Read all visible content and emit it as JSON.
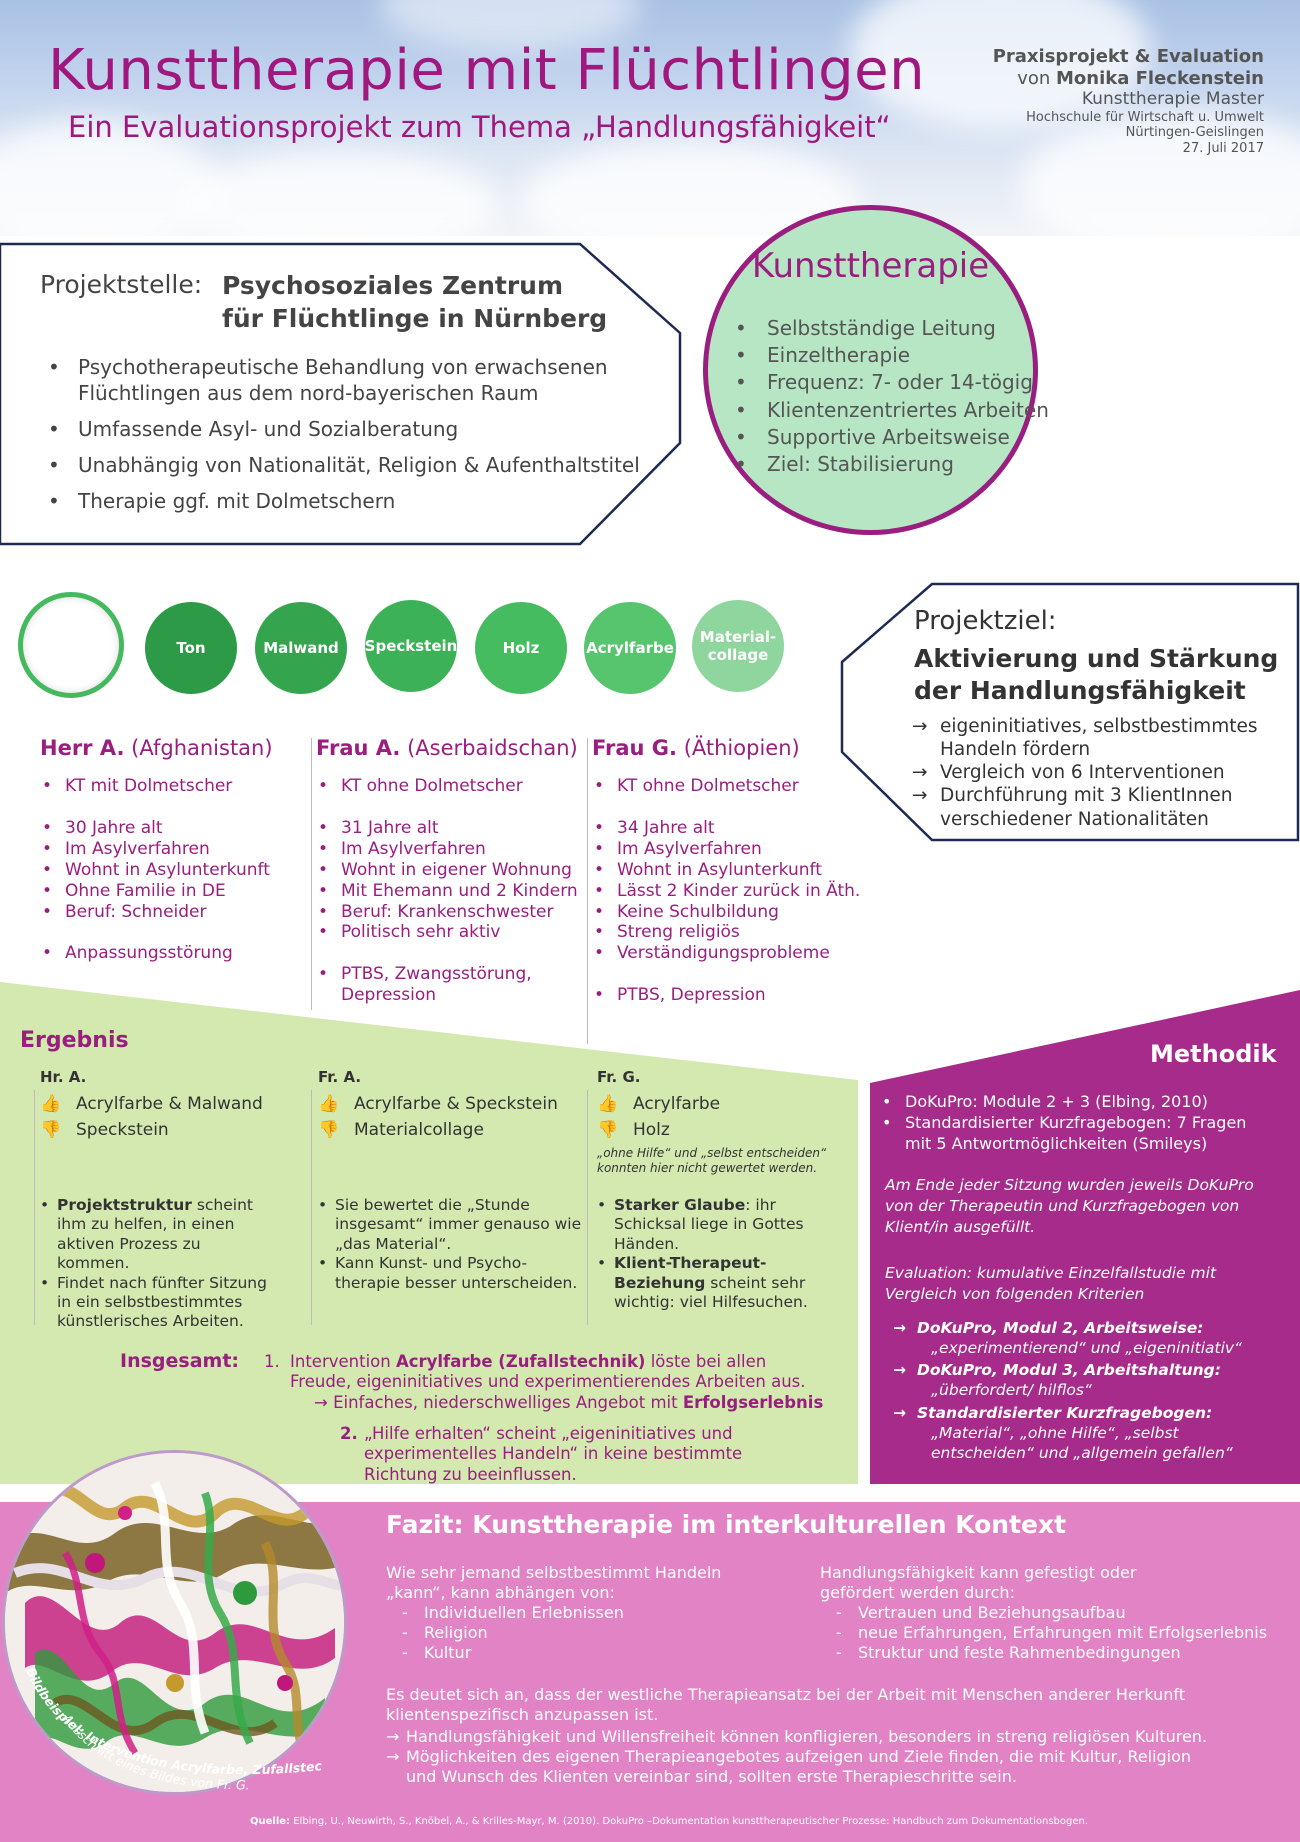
{
  "header": {
    "title": "Kunsttherapie mit Flüchtlingen",
    "subtitle": "Ein Evaluationsprojekt zum Thema „Handlungsfähigkeit“",
    "meta_line1": "Praxisprojekt & Evaluation",
    "meta_line2_prefix": "von ",
    "meta_line2_name": "Monika Fleckenstein",
    "meta_line3": "Kunsttherapie Master",
    "meta_line4": "Hochschule für Wirtschaft u. Umwelt",
    "meta_line5": "Nürtingen-Geislingen",
    "meta_line6": "27. Juli 2017"
  },
  "projektstelle": {
    "label": "Projektstelle:",
    "value_line1": "Psychosoziales Zentrum",
    "value_line2": "für Flüchtlinge in Nürnberg",
    "items": [
      "Psychotherapeutische Behandlung von erwachsenen Flüchtlingen aus dem nord-bayerischen Raum",
      "Umfassende Asyl- und Sozialberatung",
      "Unabhängig von Nationalität, Religion & Aufenthaltstitel",
      "Therapie ggf. mit Dolmetschern"
    ]
  },
  "kunsttherapie": {
    "title": "Kunsttherapie",
    "items": [
      "Selbstständige Leitung",
      "Einzeltherapie",
      "Frequenz: 7- oder 14-tögig",
      "Klientenzentriertes Arbeiten",
      "Supportive Arbeitsweise",
      "Ziel: Stabilisierung"
    ]
  },
  "interventions": [
    {
      "label": "Ton",
      "color": "#2d9a47"
    },
    {
      "label": "Malwand",
      "color": "#34a54e"
    },
    {
      "label": "Speckstein",
      "color": "#3cb157"
    },
    {
      "label": "Holz",
      "color": "#45bc5f"
    },
    {
      "label": "Acrylfarbe",
      "color": "#57c56e"
    },
    {
      "label": "Material-\ncollage",
      "color": "#8fd59e"
    }
  ],
  "projektziel": {
    "label": "Projektziel:",
    "value_line1": "Aktivierung und Stärkung",
    "value_line2": "der Handlungsfähigkeit",
    "items": [
      "eigeninitiatives, selbstbestimmtes Handeln fördern",
      "Vergleich von 6 Interventionen",
      "Durchführung mit 3 KlientInnen verschiedener Nationalitäten"
    ]
  },
  "patients": [
    {
      "name": "Herr A.",
      "origin": "(Afghanistan)",
      "groups": [
        [
          "KT mit Dolmetscher"
        ],
        [
          "30 Jahre alt",
          "Im Asylverfahren",
          "Wohnt in Asylunterkunft",
          "Ohne Familie in DE",
          "Beruf: Schneider"
        ],
        [
          "Anpassungsstörung"
        ]
      ]
    },
    {
      "name": "Frau A.",
      "origin": "(Aserbaidschan)",
      "groups": [
        [
          "KT ohne Dolmetscher"
        ],
        [
          "31 Jahre alt",
          "Im Asylverfahren",
          "Wohnt in eigener Wohnung",
          "Mit Ehemann und 2 Kindern",
          "Beruf: Krankenschwester",
          "Politisch sehr aktiv"
        ],
        [
          "PTBS, Zwangsstörung, Depression"
        ]
      ]
    },
    {
      "name": "Frau G.",
      "origin": "(Äthiopien)",
      "groups": [
        [
          "KT ohne Dolmetscher"
        ],
        [
          "34 Jahre alt",
          "Im Asylverfahren",
          "Wohnt in Asylunterkunft",
          "Lässt 2 Kinder zurück in Äth.",
          "Keine Schulbildung",
          "Streng religiös",
          "Verständigungsprobleme"
        ],
        [
          "PTBS, Depression"
        ]
      ]
    }
  ],
  "ergebnis": {
    "title": "Ergebnis",
    "cols": [
      {
        "heading": "Hr. A.",
        "up": "Acrylfarbe & Malwand",
        "down": "Speckstein",
        "note": "",
        "bullets": [
          {
            "bold": "Projektstruktur",
            "text": " scheint ihm zu helfen, in einen aktiven Prozess zu kommen."
          },
          {
            "bold": "",
            "text": "Findet nach fünfter Sitzung in ein selbstbestimmtes künstlerisches Arbeiten."
          }
        ]
      },
      {
        "heading": "Fr. A.",
        "up": "Acrylfarbe & Speckstein",
        "down": "Materialcollage",
        "note": "",
        "bullets": [
          {
            "bold": "",
            "text": "Sie bewertet die „Stunde insgesamt“ immer genauso wie „das Material“."
          },
          {
            "bold": "",
            "text": "Kann Kunst- und Psycho-therapie besser unterscheiden."
          }
        ]
      },
      {
        "heading": "Fr. G.",
        "up": "Acrylfarbe",
        "down": "Holz",
        "note": "„ohne Hilfe“ und „selbst entscheiden“ konnten hier nicht gewertet werden.",
        "bullets": [
          {
            "bold": "Starker Glaube",
            "text": ": ihr Schicksal liege in Gottes Händen."
          },
          {
            "bold": "Klient-Therapeut-Beziehung",
            "text": " scheint sehr wichtig: viel Hilfesuchen."
          }
        ]
      }
    ],
    "insgesamt_label": "Insgesamt:",
    "ins1_num": "1.",
    "ins1_pre": "Intervention ",
    "ins1_bold": "Acrylfarbe (Zufallstechnik)",
    "ins1_post": " löste bei allen Freude, eigeninitiatives und experimentierendes Arbeiten aus.",
    "ins1_arrow_pre": "→ Einfaches, niederschwelliges Angebot mit ",
    "ins1_arrow_bold": "Erfolgserlebnis",
    "ins2_num": "2.",
    "ins2_text": "„Hilfe erhalten“ scheint „eigeninitiatives und experimentelles Handeln“ in keine bestimmte Richtung zu beeinflussen."
  },
  "methodik": {
    "title": "Methodik",
    "items": [
      "DoKuPro: Module 2 + 3 (Elbing, 2010)",
      "Standardisierter Kurzfragebogen: 7 Fragen mit 5 Antwortmöglichkeiten (Smileys)"
    ],
    "p1": "Am Ende jeder Sitzung wurden jeweils DoKuPro von der Therapeutin und Kurzfragebogen von Klient/in ausgefüllt.",
    "p2": "Evaluation: kumulative Einzelfallstudie mit Vergleich von folgenden Kriterien",
    "criteria": [
      {
        "head": "DoKuPro, Modul 2, Arbeitsweise:",
        "value": "„experimentierend“ und „eigeninitiativ“"
      },
      {
        "head": "DoKuPro, Modul 3, Arbeitshaltung:",
        "value": "„überfordert/ hilflos“"
      },
      {
        "head": "Standardisierter Kurzfragebogen:",
        "value": "„Material“, „ohne Hilfe“, „selbst entscheiden“ und „allgemein gefallen“"
      }
    ]
  },
  "fazit": {
    "title": "Fazit: Kunsttherapie im interkulturellen Kontext",
    "left_intro": "Wie sehr jemand selbstbestimmt Handeln „kann“, kann abhängen von:",
    "left_items": [
      "Individuellen Erlebnissen",
      "Religion",
      "Kultur"
    ],
    "right_intro": "Handlungsfähigkeit kann gefestigt oder gefördert werden durch:",
    "right_items": [
      "Vertrauen und Beziehungsaufbau",
      "neue Erfahrungen, Erfahrungen mit Erfolgserlebnis",
      "Struktur und feste Rahmenbedingungen"
    ],
    "bottom_intro": "Es deutet sich an, dass der westliche Therapieansatz bei der Arbeit mit Menschen anderer Herkunft klientenspezifisch anzupassen ist.",
    "bottom_arrows": [
      "Handlungsfähigkeit und Willensfreiheit können konfligieren, besonders in streng religiösen Kulturen.",
      "Möglichkeiten des eigenen Therapieangebotes aufzeigen und Ziele finden, die mit Kultur, Religion und Wunsch des Klienten vereinbar sind, sollten erste Therapieschritte sein."
    ],
    "source_label": "Quelle:",
    "source_text": " Elbing, U., Neuwirth, S., Knöbel, A., & Krilles-Mayr, M. (2010). DokuPro –Dokumentation kunsttherapeutischer Prozesse: Handbuch zum Dokumentationsbogen."
  },
  "painting": {
    "caption_line1": "Bildbeispiel: Intervention Acrylfarbe, Zufallstechnik",
    "caption_line2": "Ausschnitt eines Bildes von Fr. G."
  },
  "colors": {
    "accent": "#9a1d80",
    "green_band": "#d3e9b0",
    "methodik_bg": "#a62b8a",
    "fazit_bg": "#e283c6",
    "circle_fill": "#b7e6c4",
    "navy": "#1f2a52"
  }
}
